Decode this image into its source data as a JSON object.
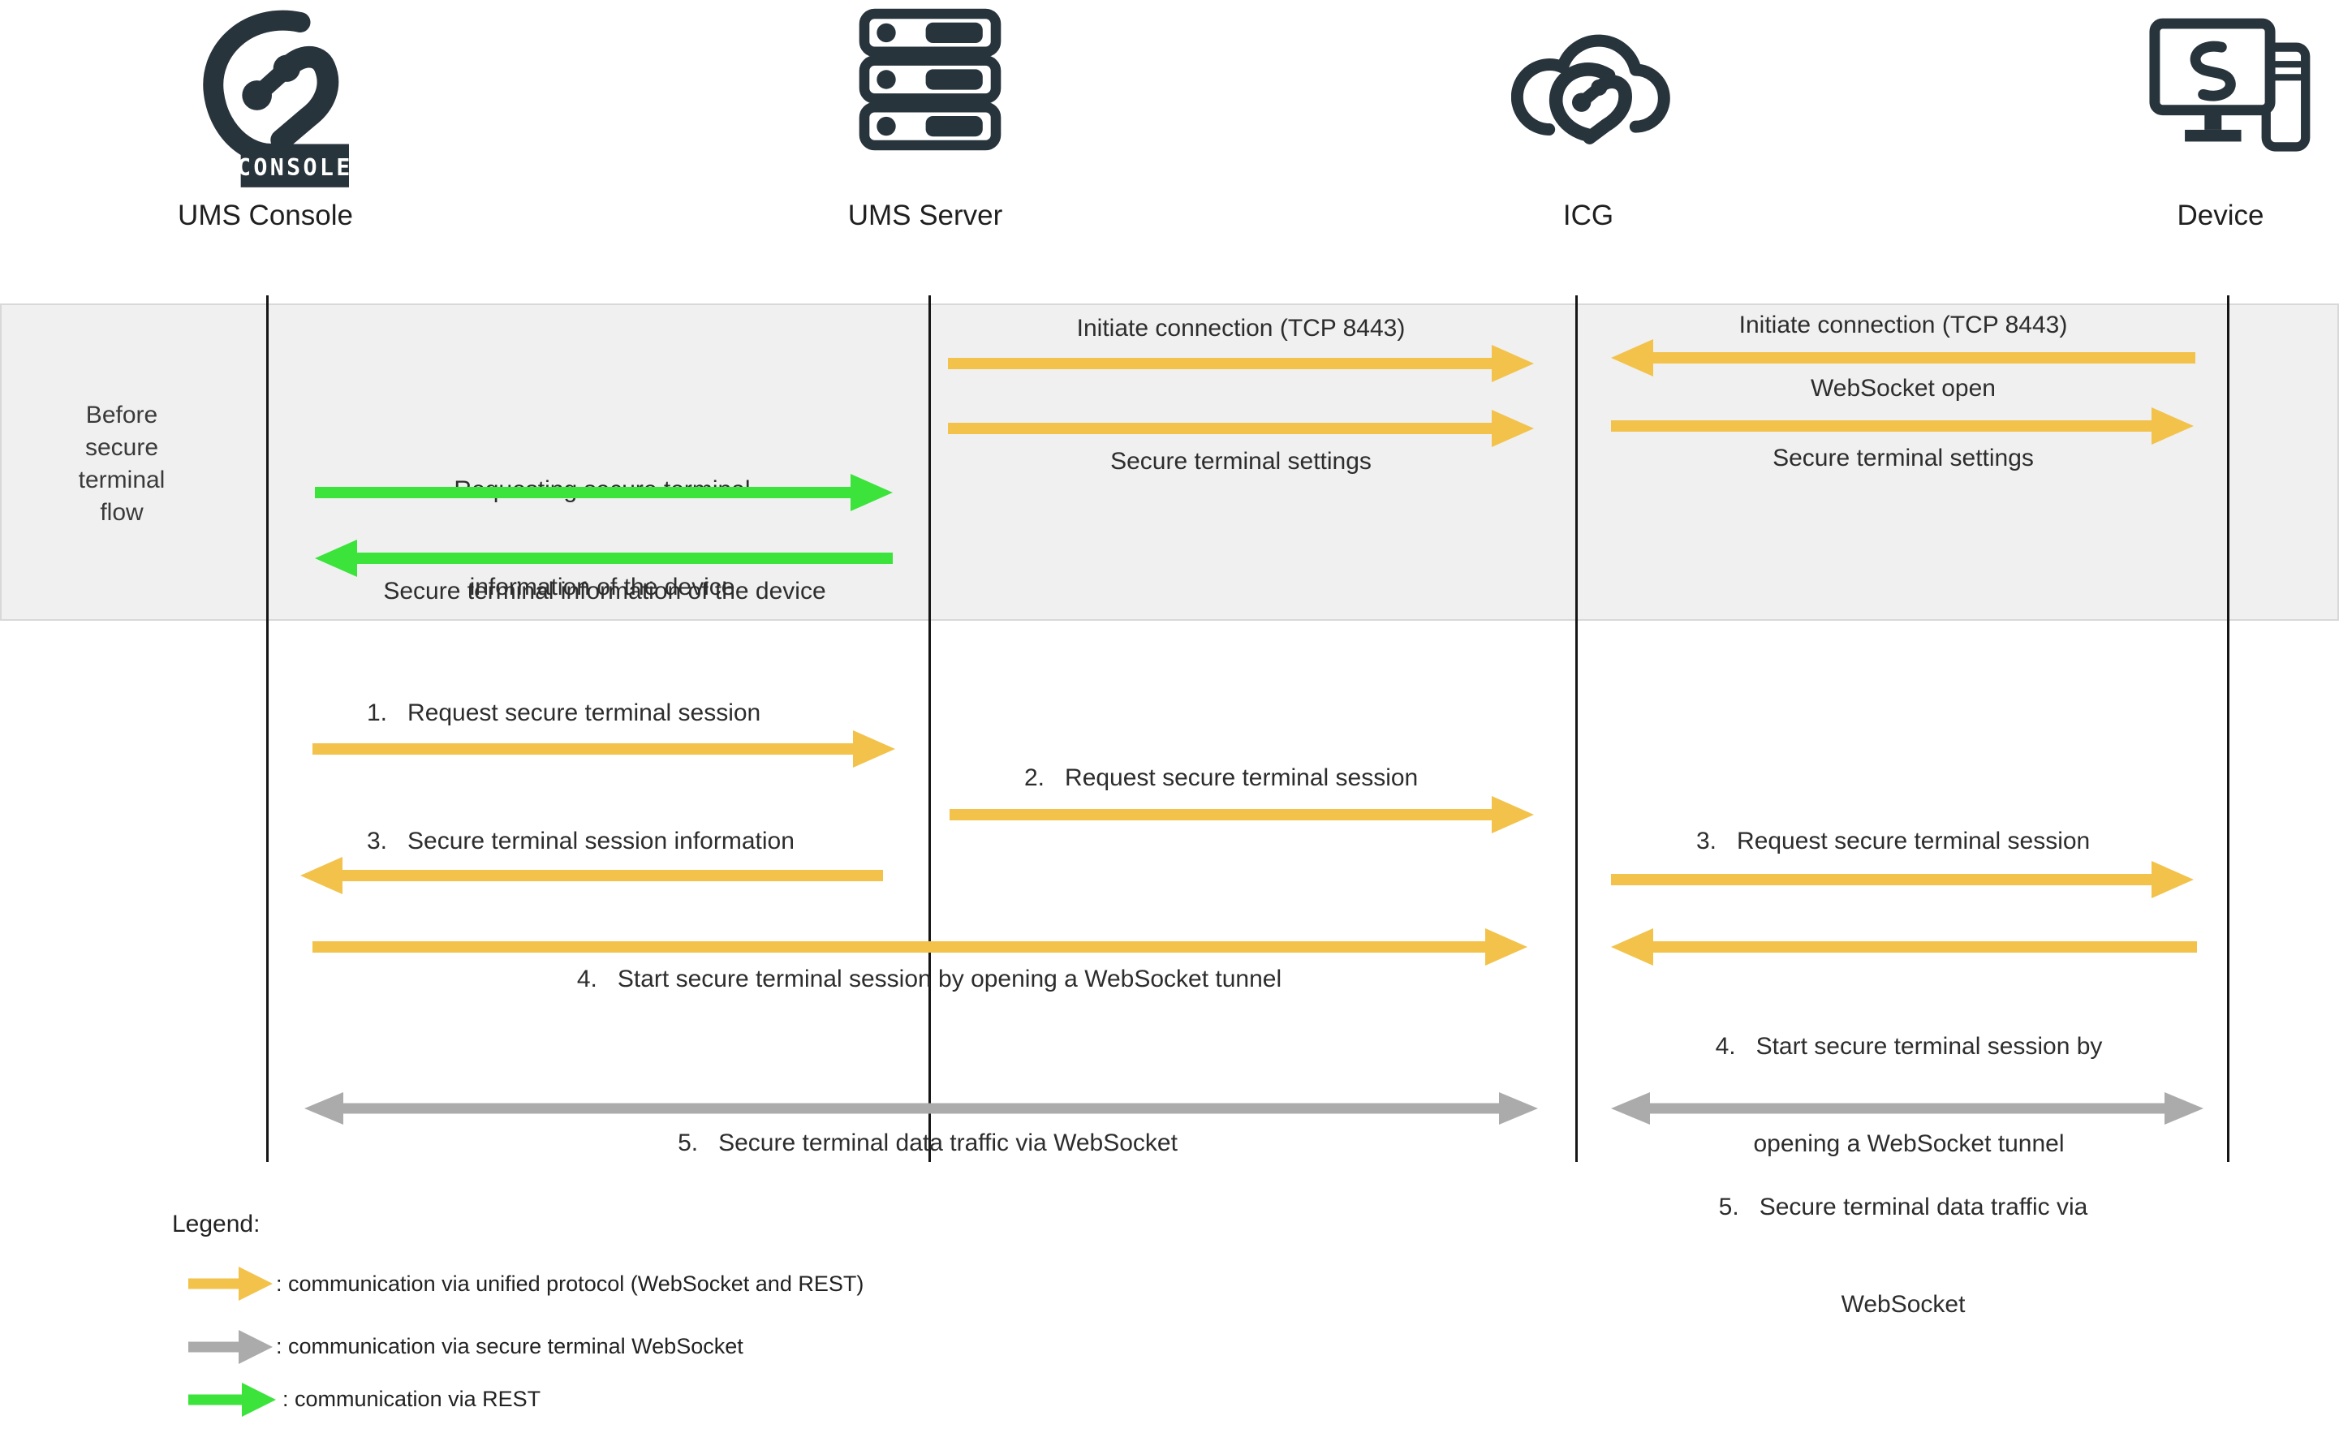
{
  "colors": {
    "yellow": "#F2C24B",
    "green": "#3BE33B",
    "gray": "#ABABAB",
    "dark": "#28343C",
    "band_bg": "#F0F0F0",
    "band_border": "#D8D8D8",
    "text": "#2D2D2D"
  },
  "entities": {
    "console": {
      "label": "UMS Console",
      "badge": "CONSOLE"
    },
    "server": {
      "label": "UMS Server"
    },
    "icg": {
      "label": "ICG"
    },
    "device": {
      "label": "Device"
    }
  },
  "band": {
    "label_lines": [
      "Before",
      "secure",
      "terminal",
      "flow"
    ]
  },
  "messages": {
    "initiate_server_icg": "Initiate connection (TCP 8443)",
    "initiate_device_icg": "Initiate connection (TCP 8443)",
    "websocket_open": "WebSocket open",
    "settings_server_icg": "Secure terminal settings",
    "settings_icg_device": "Secure terminal settings",
    "request_info_line1": "Requesting secure terminal",
    "request_info_line2": "information of the device",
    "info_of_device": "Secure terminal information of the device",
    "step1": "1.   Request secure terminal session",
    "step2": "2.   Request secure terminal session",
    "step3_left": "3.   Secure terminal session information",
    "step3_right": "3.   Request secure terminal session",
    "step4": "4.   Start secure terminal session by opening a WebSocket tunnel",
    "step4_right_line1": "4.   Start secure terminal session by",
    "step4_right_line2": "opening a WebSocket tunnel",
    "step5": "5.   Secure terminal data traffic via WebSocket",
    "step5_right_line1": "5.   Secure terminal data traffic via",
    "step5_right_line2": "WebSocket"
  },
  "legend": {
    "title": "Legend:",
    "items": [
      {
        "color": "yellow",
        "label": ": communication via unified protocol (WebSocket and REST)"
      },
      {
        "color": "gray",
        "label": ": communication via secure terminal WebSocket"
      },
      {
        "color": "green",
        "label": ": communication via REST"
      }
    ]
  }
}
